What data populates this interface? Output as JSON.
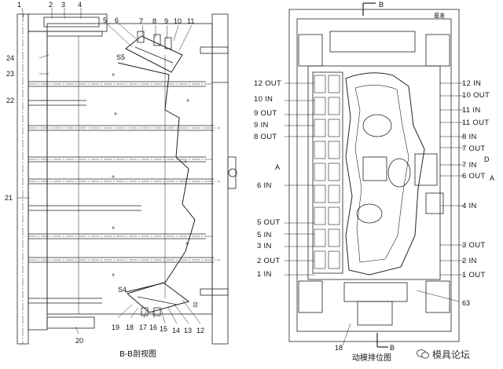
{
  "left_view": {
    "caption": "B-B剖视图",
    "callouts": {
      "c1": "1",
      "c2": "2",
      "c3": "3",
      "c4": "4",
      "c5": "5",
      "c6": "6",
      "c7": "7",
      "c8": "8",
      "c9": "9",
      "c10": "10",
      "c11": "11",
      "c12": "12",
      "c13": "13",
      "c14": "14",
      "c15": "15",
      "c16": "16",
      "c17": "17",
      "c18": "18",
      "c19": "19",
      "c20": "20",
      "c21": "21",
      "c22": "22",
      "c23": "23",
      "c24": "24"
    },
    "s5": "S5",
    "s4": "S4",
    "dim": "32"
  },
  "right_view": {
    "caption": "动模排位图",
    "section_top": "B",
    "section_bottom": "B",
    "section_a_left": "A",
    "section_a_right": "A",
    "section_d": "D",
    "top_right_tag": "基准",
    "callout_63": "63",
    "callout_18": "18",
    "left_ports": [
      "12 OUT",
      "10 IN",
      "9 OUT",
      "9 IN",
      "8 OUT",
      "6 IN",
      "5 OUT",
      "5 IN",
      "3 IN",
      "2 OUT",
      "1 IN"
    ],
    "right_ports": [
      "12 IN",
      "10 OUT",
      "11 IN",
      "11 OUT",
      "8 IN",
      "7 OUT",
      "7 IN",
      "6 OUT",
      "4 IN",
      "3 OUT",
      "2 IN",
      "1 OUT"
    ]
  },
  "watermark": "模具论坛"
}
